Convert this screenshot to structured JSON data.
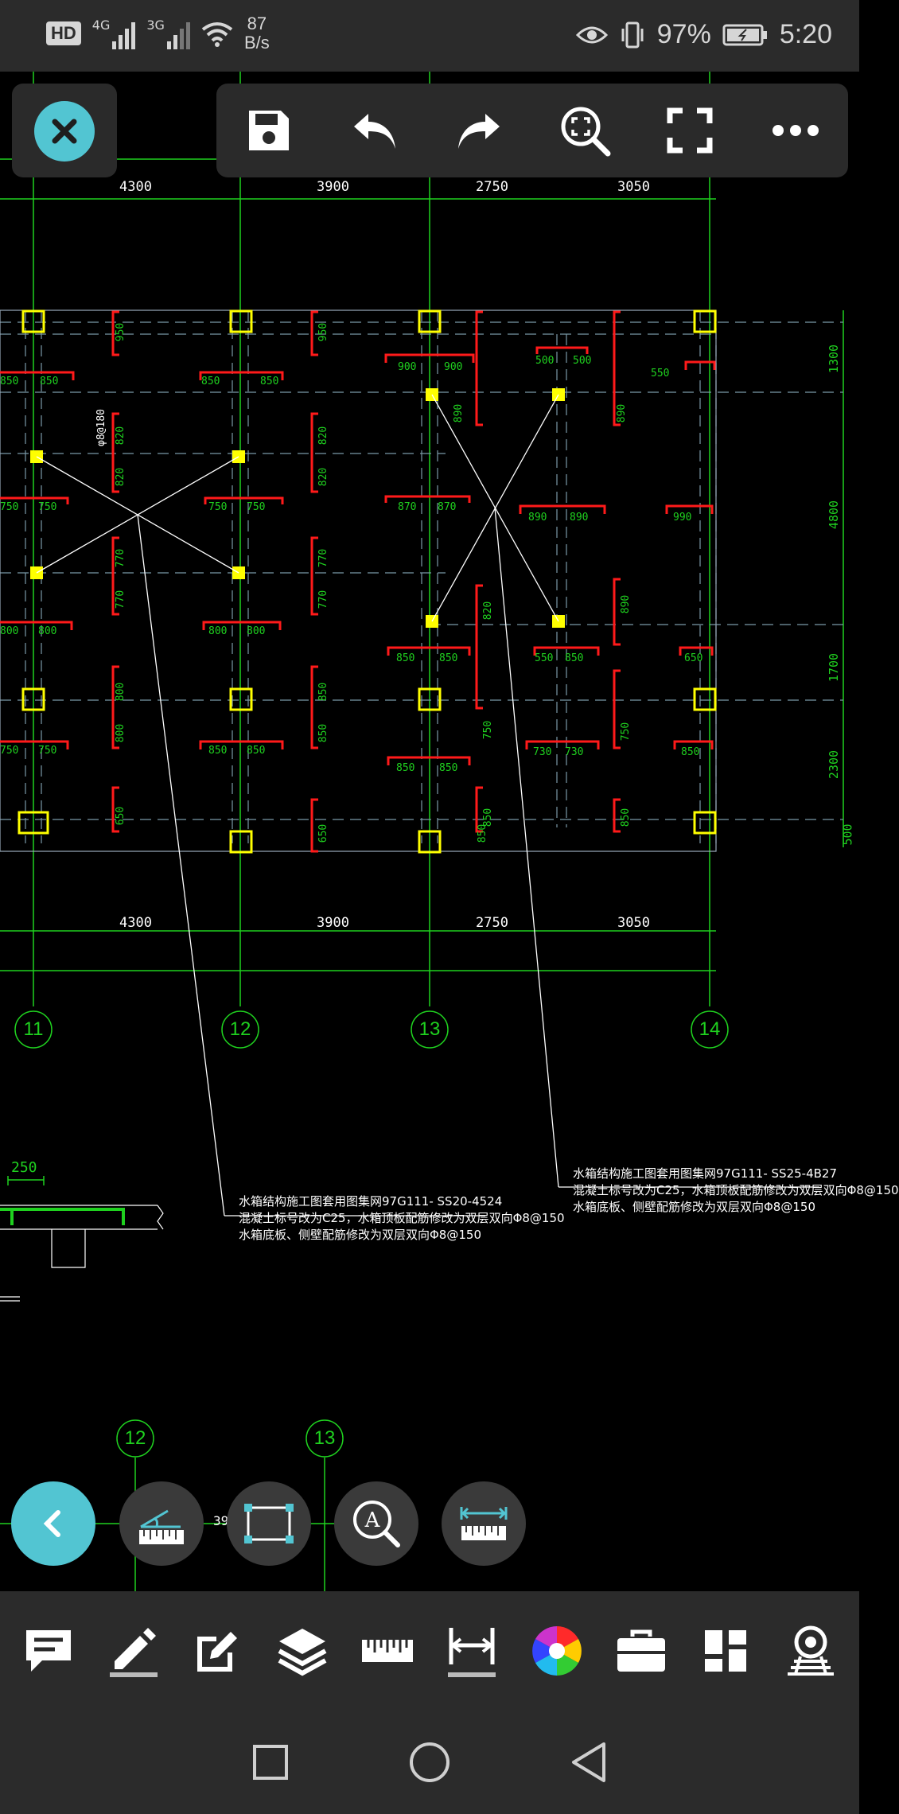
{
  "status_bar": {
    "hd_badge": "HD",
    "sim1": "4G",
    "sim2": "3G",
    "net_speed_value": "87",
    "net_speed_unit": "B/s",
    "battery": "97%",
    "time": "5:20"
  },
  "top_toolbar": {
    "icons": [
      "close-icon",
      "save-icon",
      "undo-icon",
      "redo-icon",
      "zoom-extents-icon",
      "fullscreen-icon",
      "more-icon"
    ]
  },
  "cad": {
    "dims_top": [
      "4300",
      "3900",
      "2750",
      "3050"
    ],
    "dims_bottom": [
      "4300",
      "3900",
      "2750",
      "3050"
    ],
    "right_dims": [
      "1300",
      "4800",
      "1700",
      "2300",
      "500"
    ],
    "axis_labels": [
      "11",
      "12",
      "13",
      "14"
    ],
    "lower_axis_labels": [
      "12",
      "13"
    ],
    "lower_dim_partial": "39",
    "side_label": "φ8@180",
    "detail_dim": "250",
    "note_left": {
      "line1": "水箱结构施工图套用图集网97G111- SS20-4524",
      "line2": "混凝土标号改为C25，水箱顶板配筋修改为双层双向Φ8@150",
      "line3": "水箱底板、侧壁配筋修改为双层双向Φ8@150"
    },
    "note_right": {
      "line1": "水箱结构施工图套用图集网97G111- SS25-4B27",
      "line2": "混凝土标号改为C25，水箱顶板配筋修改为双层双向Φ8@150",
      "line3": "水箱底板、侧壁配筋修改为双层双向Φ8@150"
    },
    "red_labels": [
      "850",
      "850",
      "950",
      "850",
      "850",
      "950",
      "900",
      "900",
      "890",
      "500",
      "500",
      "890",
      "550",
      "820",
      "820",
      "820",
      "820",
      "750",
      "750",
      "750",
      "750",
      "870",
      "870",
      "890",
      "890",
      "990",
      "770",
      "770",
      "770",
      "770",
      "820",
      "890",
      "800",
      "800",
      "800",
      "800",
      "850",
      "850",
      "550",
      "850",
      "650",
      "800",
      "800",
      "850",
      "850",
      "750",
      "750",
      "850",
      "850",
      "850",
      "850",
      "750",
      "730",
      "730",
      "750",
      "850",
      "650",
      "650",
      "850",
      "850",
      "850"
    ],
    "colors": {
      "grid": "#1fd11f",
      "column": "#ffff00",
      "beam": "#ff1a1a",
      "hatch": "#ffffff",
      "dash": "#7a9aa8"
    }
  },
  "floating_tools": [
    "back-icon",
    "angle-measure-icon",
    "rectangle-select-icon",
    "text-search-icon",
    "distance-measure-icon"
  ],
  "bottom_toolbar": [
    "comment-icon",
    "pencil-icon",
    "edit-icon",
    "layers-icon",
    "ruler-icon",
    "dimension-icon",
    "color-wheel-icon",
    "toolbox-icon",
    "dashboard-icon",
    "view-icon"
  ],
  "nav_bar": [
    "recent-apps-icon",
    "home-icon",
    "back-nav-icon"
  ]
}
